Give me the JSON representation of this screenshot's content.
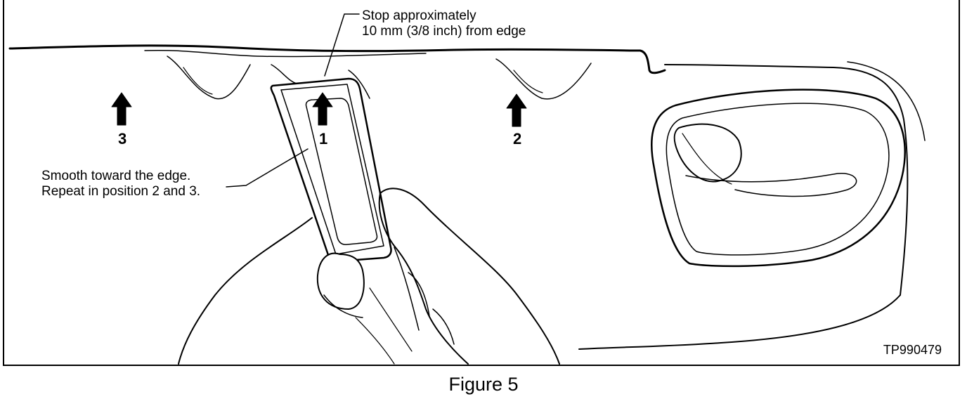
{
  "figure": {
    "stop_note_line1": "Stop approximately",
    "stop_note_line2": "10 mm (3/8 inch) from edge",
    "smooth_note_line1": "Smooth toward the edge.",
    "smooth_note_line2": "Repeat in position 2 and 3.",
    "positions": [
      "1",
      "2",
      "3"
    ],
    "reference_code": "TP990479",
    "caption": "Figure 5"
  }
}
